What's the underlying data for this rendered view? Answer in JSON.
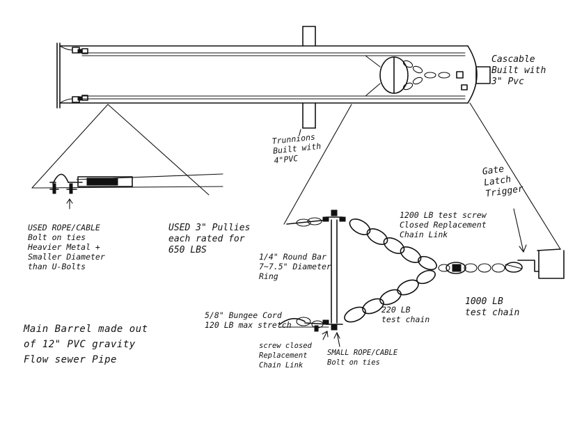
{
  "labels": {
    "cascable": [
      "Cascable",
      "Built with",
      "3\" Pvc"
    ],
    "trunnions": [
      "Trunnions",
      "Built with",
      "4\"PVC"
    ],
    "gate_latch": [
      "Gate",
      "Latch",
      "Trigger"
    ],
    "rope_cable_top": [
      "USED ROPE/CABLE",
      "Bolt on ties",
      "Heavier Metal +",
      "Smaller Diameter",
      "than U-Bolts"
    ],
    "pullies": [
      "USED 3\" Pullies",
      "each rated for",
      "650 LBS"
    ],
    "test_screw": [
      "1200 LB test screw",
      "Closed Replacement",
      "Chain Link"
    ],
    "round_bar": [
      "1/4\" Round Bar",
      "7~7.5\" Diameter",
      "Ring"
    ],
    "test_chain_1000": [
      "1000 LB",
      "test chain"
    ],
    "test_chain_220": [
      "220 LB",
      "test chain"
    ],
    "bungee": [
      "5/8\" Bungee Cord",
      "120 LB max stretch"
    ],
    "screw_closed": [
      "screw closed",
      "Replacement",
      "Chain Link"
    ],
    "small_rope": [
      "SMALL ROPE/CABLE",
      "Bolt on ties"
    ],
    "main_barrel": [
      "Main Barrel made out",
      "of 12\" PVC gravity",
      "Flow sewer Pipe"
    ]
  }
}
